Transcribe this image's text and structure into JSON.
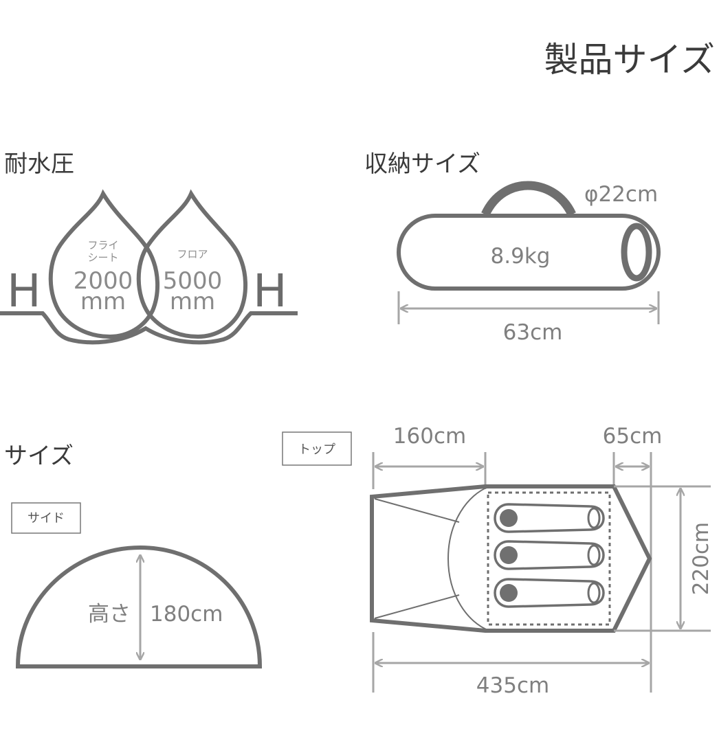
{
  "page": {
    "title": "製品サイズ"
  },
  "water_resistance": {
    "heading": "耐水圧",
    "letter_left": "H",
    "letter_right": "H",
    "fly": {
      "label_line1": "フライ",
      "label_line2": "シート",
      "value": "2000",
      "unit": "mm"
    },
    "floor": {
      "label_line1": "フロア",
      "value": "5000",
      "unit": "mm"
    }
  },
  "storage": {
    "heading": "収納サイズ",
    "diameter": "φ22cm",
    "weight": "8.9kg",
    "length": "63cm"
  },
  "size": {
    "heading": "サイズ",
    "side_view": {
      "tag": "サイド",
      "height_label": "高さ",
      "height_value": "180cm"
    },
    "top_view": {
      "tag": "トップ",
      "vestibule_length": "160cm",
      "rear_length": "65cm",
      "width": "220cm",
      "total_length": "435cm",
      "sleeping_bags": 3
    }
  },
  "colors": {
    "line": "#6f6f6f",
    "dimension_line": "#a6a6a6",
    "text_dark": "#3a3a3a",
    "text_gray": "#7f7f7f"
  }
}
